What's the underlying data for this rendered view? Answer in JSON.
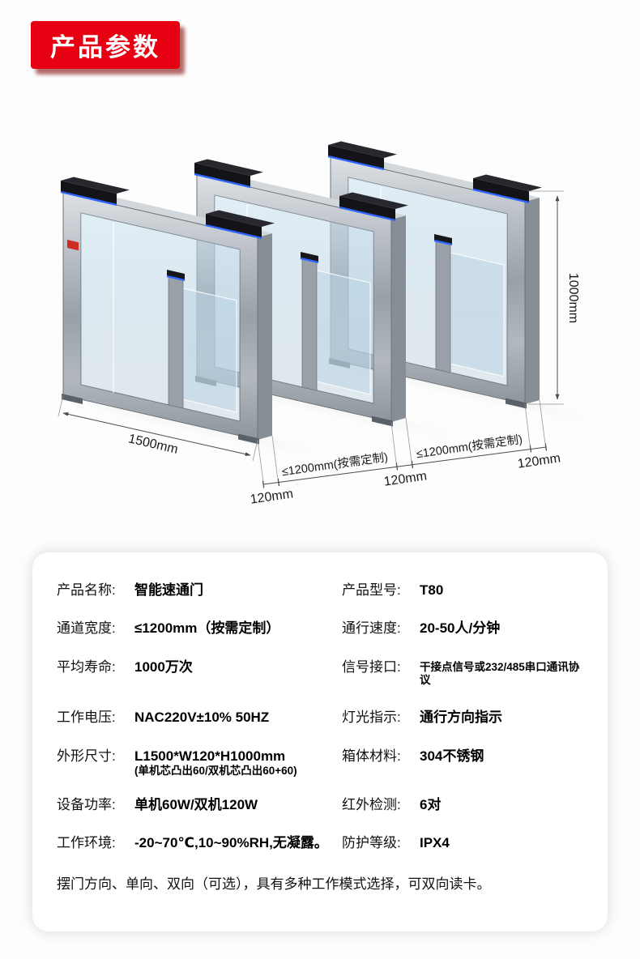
{
  "badge": {
    "label": "产品参数"
  },
  "diagram": {
    "labels": {
      "height": "1000mm",
      "width": "1500mm",
      "cab1": "120mm",
      "lane1": "≤1200mm(按需定制)",
      "cab2": "120mm",
      "lane2": "≤1200mm(按需定制)",
      "cab3": "120mm"
    },
    "colors": {
      "led_blue": "#2e66ff",
      "brand_red": "#cf2b24"
    }
  },
  "specs": {
    "rows": [
      {
        "l_label": "产品名称:",
        "l_value": "智能速通门",
        "r_label": "产品型号:",
        "r_value": "T80"
      },
      {
        "l_label": "通道宽度:",
        "l_value": "≤1200mm（按需定制）",
        "r_label": "通行速度:",
        "r_value": "20-50人/分钟"
      },
      {
        "l_label": "平均寿命:",
        "l_value": "1000万次",
        "r_label": "信号接口:",
        "r_value": "干接点信号或232/485串口通讯协议"
      },
      {
        "l_label": "工作电压:",
        "l_value": "NAC220V±10% 50HZ",
        "r_label": "灯光指示:",
        "r_value": "通行方向指示"
      },
      {
        "l_label": "外形尺寸:",
        "l_value": "L1500*W120*H1000mm",
        "l_value2": "(单机芯凸出60/双机芯凸出60+60)",
        "r_label": "箱体材料:",
        "r_value": "304不锈钢"
      },
      {
        "l_label": "设备功率:",
        "l_value": "单机60W/双机120W",
        "r_label": "红外检测:",
        "r_value": "6对"
      },
      {
        "l_label": "工作环境:",
        "l_value": "-20~70℃,10~90%RH,无凝露。",
        "r_label": "防护等级:",
        "r_value": "IPX4"
      }
    ],
    "footer": "摆门方向、单向、双向（可选），具有多种工作模式选择，可双向读卡。"
  }
}
